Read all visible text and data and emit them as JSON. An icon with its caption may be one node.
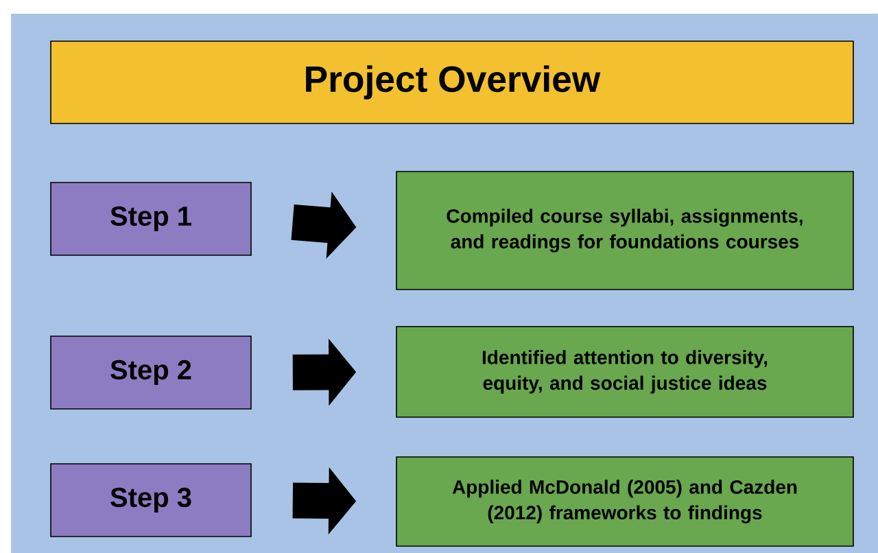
{
  "diagram": {
    "title": "Project Overview",
    "nodes": [
      {
        "text": [
          "Step 1"
        ]
      },
      {
        "text": [
          "Compiled course syllabi, assignments, and readings for foundations courses"
        ]
      },
      {
        "text": [
          "Step 2"
        ]
      },
      {
        "text": [
          "Identified attention to diversity, equity, and social justice ideas"
        ]
      },
      {
        "text": [
          "Step 3"
        ]
      },
      {
        "text": [
          "Applied McDonald (2005) and Cazden (2012)  frameworks to findings"
        ]
      }
    ],
    "edges": [
      {
        "from": 0,
        "to": 1,
        "arrow": "to"
      },
      {
        "from": 2,
        "to": 3,
        "arrow": "to"
      },
      {
        "from": 4,
        "to": 5,
        "arrow": "to"
      }
    ]
  }
}
